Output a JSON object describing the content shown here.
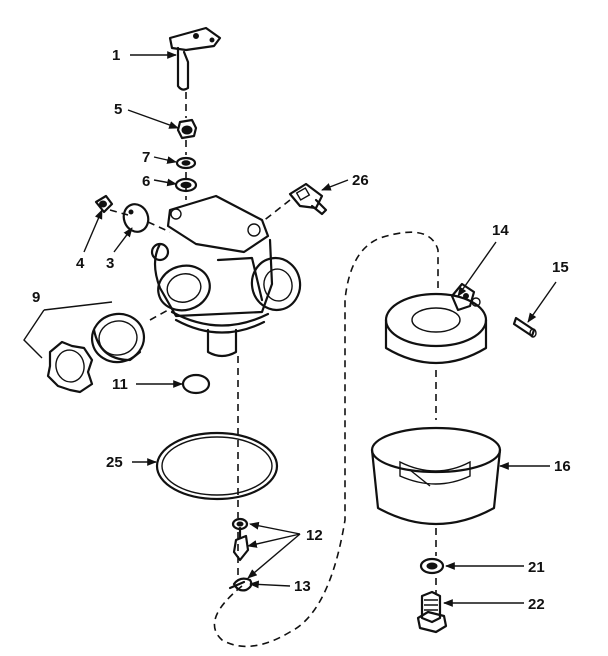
{
  "labels": {
    "p1": "1",
    "p3": "3",
    "p4": "4",
    "p5": "5",
    "p6": "6",
    "p7": "7",
    "p9": "9",
    "p11": "11",
    "p12": "12",
    "p13": "13",
    "p14": "14",
    "p15": "15",
    "p16": "16",
    "p21": "21",
    "p22": "22",
    "p25": "25",
    "p26": "26"
  },
  "colors": {
    "ink": "#111111",
    "paper": "#ffffff"
  }
}
